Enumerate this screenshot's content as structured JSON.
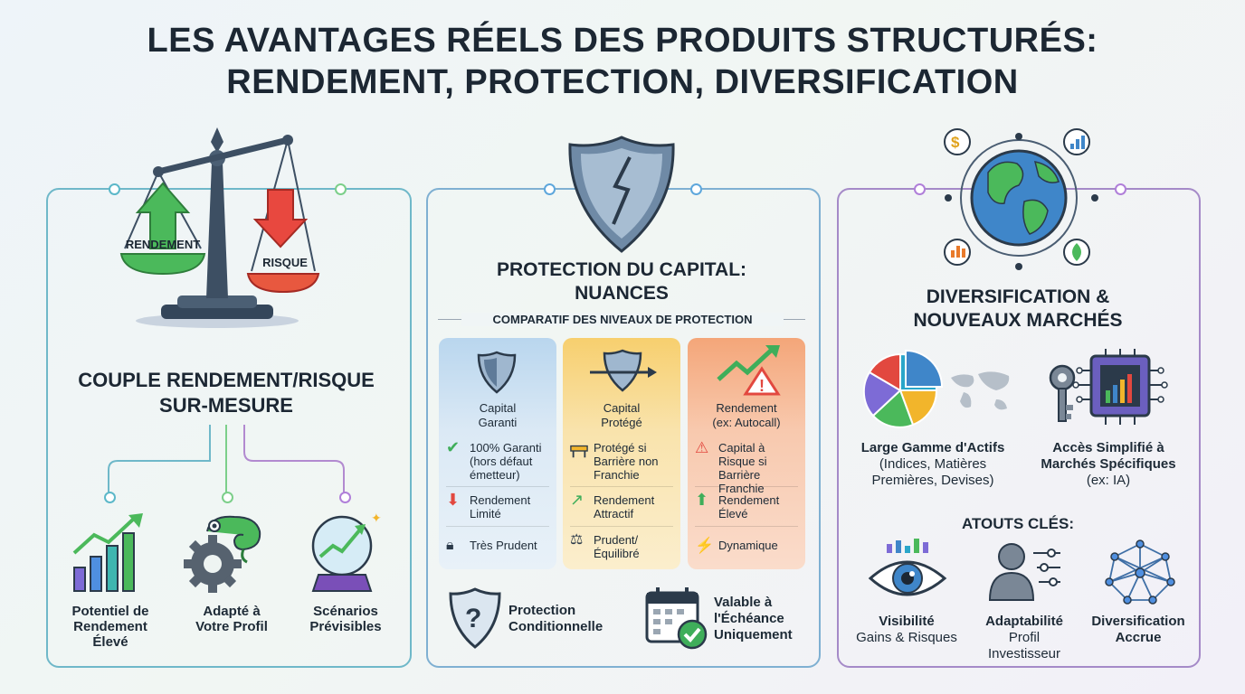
{
  "title": {
    "line1": "LES AVANTAGES RÉELS DES PRODUITS STRUCTURÉS:",
    "line2": "RENDEMENT, PROTECTION, DIVERSIFICATION"
  },
  "left": {
    "scale_left_label": "RENDEMENT",
    "scale_right_label": "RISQUE",
    "heading_line1": "COUPLE RENDEMENT/RISQUE",
    "heading_line2": "SUR-MESURE",
    "items": [
      {
        "line1": "Potentiel de",
        "line2": "Rendement",
        "line3": "Élevé",
        "icon": "bar-chart-up-icon"
      },
      {
        "line1": "Adapté à",
        "line2": "Votre Profil",
        "icon": "chameleon-gear-icon"
      },
      {
        "line1": "Scénarios",
        "line2": "Prévisibles",
        "icon": "crystal-ball-icon"
      }
    ]
  },
  "center": {
    "heading_line1": "PROTECTION DU CAPITAL:",
    "heading_line2": "NUANCES",
    "subheading": "COMPARATIF DES NIVEAUX DE PROTECTION",
    "columns": [
      {
        "title_line1": "Capital",
        "title_line2": "Garanti",
        "color": "#cfe3f3",
        "rows": [
          {
            "text": "100% Garanti (hors défaut émetteur)",
            "icon": "check-icon"
          },
          {
            "text": "Rendement Limité",
            "icon": "arrow-down-icon"
          },
          {
            "text": "Très Prudent",
            "icon": "lock-icon"
          }
        ]
      },
      {
        "title_line1": "Capital",
        "title_line2": "Protégé",
        "color": "#f8dfa2",
        "rows": [
          {
            "text": "Protégé si Barrière non Franchie",
            "icon": "barrier-icon"
          },
          {
            "text": "Rendement Attractif",
            "icon": "arrow-up-right-icon"
          },
          {
            "text": "Prudent/ Équilibré",
            "icon": "scale-icon"
          }
        ]
      },
      {
        "title_line1": "Rendement",
        "title_line2": "(ex: Autocall)",
        "color": "#f8c8ae",
        "rows": [
          {
            "text": "Capital à Risque si Barrière Franchie",
            "icon": "warning-icon"
          },
          {
            "text": "Rendement Élevé",
            "icon": "arrow-up-icon"
          },
          {
            "text": "Dynamique",
            "icon": "lightning-icon"
          }
        ]
      }
    ],
    "bottom_left_line1": "Protection",
    "bottom_left_line2": "Conditionnelle",
    "bottom_right_line1": "Valable à",
    "bottom_right_line2": "l'Échéance",
    "bottom_right_line3": "Uniquement"
  },
  "right": {
    "heading_line1": "DIVERSIFICATION &",
    "heading_line2": "NOUVEAUX MARCHÉS",
    "feature1_title": "Large Gamme d'Actifs",
    "feature1_sub_line1": "(Indices, Matières",
    "feature1_sub_line2": "Premières, Devises)",
    "feature2_title_line1": "Accès Simplifié à",
    "feature2_title_line2": "Marchés Spécifiques",
    "feature2_sub": "(ex: IA)",
    "atouts_label": "ATOUTS CLÉS:",
    "atouts": [
      {
        "title": "Visibilité",
        "sub1": "Gains & Risques",
        "sub2": ""
      },
      {
        "title": "Adaptabilité",
        "sub1": "Profil",
        "sub2": "Investisseur"
      },
      {
        "title": "Diversification",
        "sub1": "Accrue",
        "sub2": ""
      }
    ]
  },
  "colors": {
    "green": "#3fae5a",
    "red": "#e2483f",
    "blue_border": "#7fb0d2",
    "purple_border": "#a58ac8",
    "teal_border": "#6fb8c9"
  }
}
